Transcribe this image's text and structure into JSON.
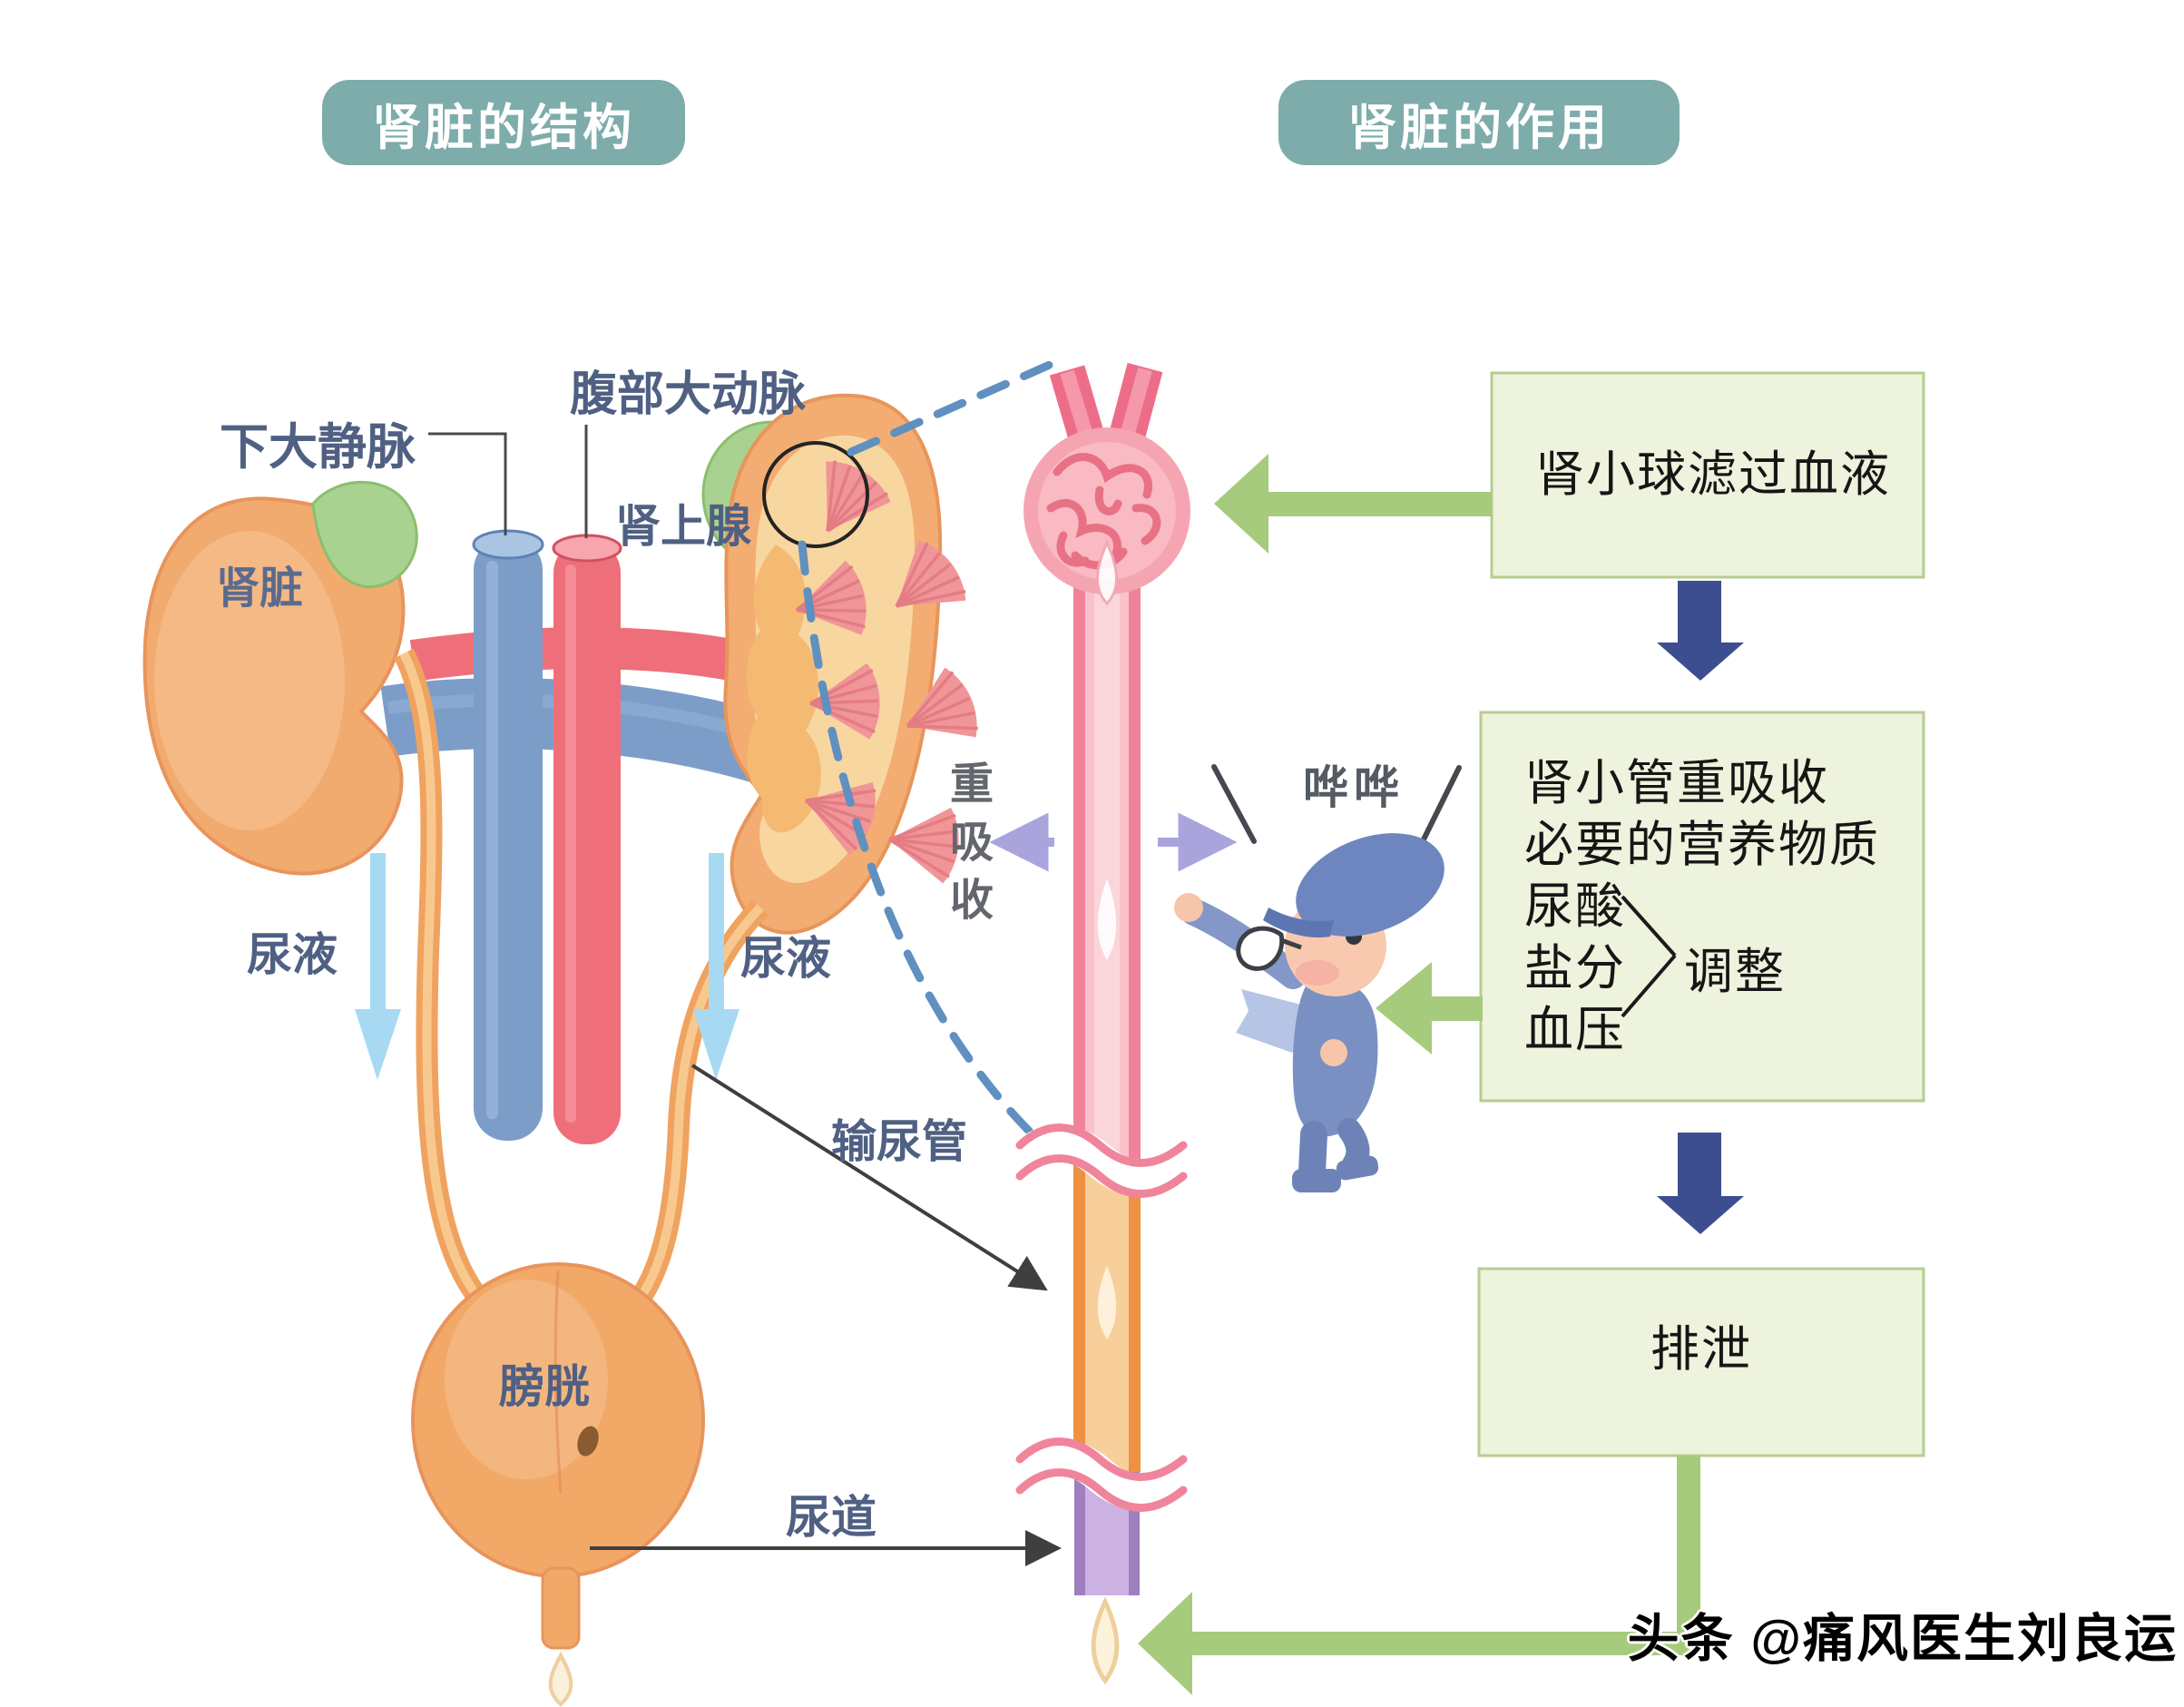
{
  "headers": {
    "structure": "肾脏的结构",
    "function": "肾脏的作用"
  },
  "anatomy_labels": {
    "vena_cava": "下大静脉",
    "aorta": "腹部大动脉",
    "adrenal": "肾上腺",
    "kidney": "肾脏",
    "urine_left": "尿液",
    "urine_right": "尿液",
    "ureter": "输尿管",
    "bladder": "膀胱",
    "urethra": "尿道"
  },
  "nephron_labels": {
    "reabsorption": "重吸收",
    "whistle_sound": "哗哗"
  },
  "flowchart": {
    "box1": "肾小球滤过血液",
    "box2_line1": "肾小管重吸收",
    "box2_line2": "必要的营养物质",
    "box2_items": [
      "尿酸",
      "盐分",
      "血压"
    ],
    "box2_result": "调整",
    "box3": "排泄"
  },
  "watermark": "头条 @痛风医生刘良运",
  "colors": {
    "accent_teal": "#7dacaa",
    "flow_box_bg": "#edf3dc",
    "flow_box_border": "#b7cd90",
    "arrow_green": "#a6cb7c",
    "arrow_navy": "#3d4e90",
    "label_blue_gray": "#4f6083",
    "box_text": "#161616",
    "kidney_orange": "#f2ab6f",
    "vein_blue": "#7d9dc9",
    "artery_red": "#ee6f7a",
    "glomerulus_pink": "#f5a5b1",
    "tube_orange": "#f8cf9b",
    "tube_purple": "#ccb2e2",
    "urine_arrow_blue": "#a7daf2",
    "adrenal_green": "#a9d290"
  }
}
